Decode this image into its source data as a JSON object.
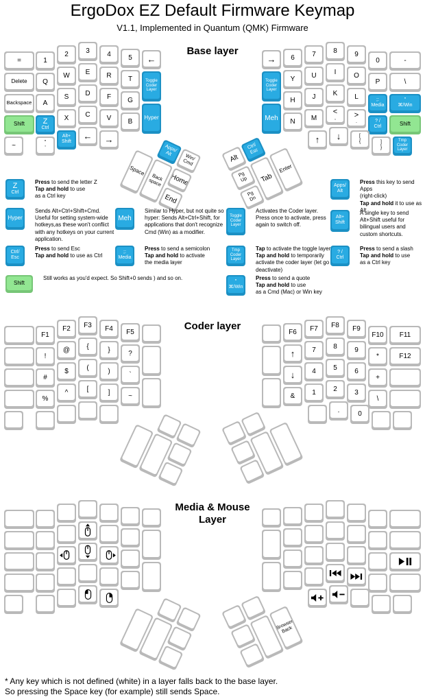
{
  "title": "ErgoDox EZ Default Firmware Keymap",
  "subtitle": "V1.1, Implemented in Quantum (QMK) Firmware",
  "sections": {
    "base": "Base layer",
    "coder": "Coder layer",
    "media": "Media & Mouse\nLayer"
  },
  "footnote": [
    "* Any key which is not defined (white) in a layer falls back to the base layer.",
    "So pressing the Space key (for example) still sends Space."
  ],
  "colors": {
    "key_cyan": "#29abe2",
    "key_green": "#92e692",
    "key_frame": "#b9b9b9"
  },
  "layers": {
    "base": {
      "left": {
        "r0": [
          "=",
          "1",
          "2",
          "3",
          "4",
          "5",
          {
            "icon": "arrow-left"
          }
        ],
        "r1": [
          "Delete",
          "Q",
          "W",
          "E",
          "R",
          "T",
          {
            "t": [
              "Toggle",
              "Coder",
              "Layer"
            ],
            "c": "cyan"
          }
        ],
        "r2": [
          "Backspace",
          "A",
          "S",
          "D",
          "F",
          "G"
        ],
        "r3": [
          {
            "t": "Shift",
            "c": "green"
          },
          {
            "t": [
              "Z",
              "Ctrl"
            ],
            "c": "cyan",
            "big": 1
          },
          "X",
          "C",
          "V",
          "B",
          {
            "t": "Hyper",
            "c": "cyan"
          }
        ],
        "bottom": [
          "~",
          {
            "t": [
              "\"",
              "'"
            ]
          },
          {
            "t": [
              "Alt+",
              "Shift"
            ],
            "c": "cyan"
          },
          {
            "icon": "arrow-left"
          },
          {
            "icon": "arrow-right"
          }
        ],
        "thumb": [
          {
            "t": [
              "Apps/",
              "Alt"
            ],
            "c": "cyan"
          },
          {
            "t": [
              "Win/",
              "Cmd"
            ]
          },
          "Space",
          {
            "t": [
              "Back",
              "space"
            ]
          },
          "Home",
          "End"
        ]
      },
      "right": {
        "r0": [
          {
            "icon": "arrow-right"
          },
          "6",
          "7",
          "8",
          "9",
          "0",
          "-"
        ],
        "r1": [
          {
            "t": [
              "Toggle",
              "Coder",
              "Layer"
            ],
            "c": "cyan"
          },
          "Y",
          "U",
          "I",
          "O",
          "P",
          "\\"
        ],
        "r2": [
          "H",
          "J",
          "K",
          "L",
          {
            "t": [
              ";:",
              "Media"
            ],
            "c": "cyan"
          },
          {
            "t": [
              "\"",
              "⌘/Win"
            ],
            "c": "cyan"
          }
        ],
        "r3": [
          {
            "t": "Meh",
            "c": "cyan"
          },
          "N",
          "M",
          {
            "t": [
              "<",
              ","
            ],
            "big": 1
          },
          {
            "t": [
              ">",
              "."
            ],
            "big": 1
          },
          {
            "t": [
              "? /",
              "Ctrl"
            ],
            "c": "cyan"
          },
          {
            "t": "Shift",
            "c": "green"
          }
        ],
        "bottom": [
          {
            "icon": "arrow-up"
          },
          {
            "icon": "arrow-down"
          },
          {
            "t": [
              "[",
              "{"
            ]
          },
          {
            "t": [
              "]",
              "}"
            ]
          },
          {
            "t": [
              "Tmp",
              "Coder",
              "Layer"
            ],
            "c": "cyan"
          }
        ],
        "thumb": [
          "Alt",
          {
            "t": [
              "Ctrl/",
              "Esc"
            ],
            "c": "cyan"
          },
          {
            "t": [
              "Pg",
              "Up"
            ]
          },
          {
            "t": [
              "Pg",
              "Dn"
            ]
          },
          "Tab",
          "Enter"
        ]
      }
    },
    "coder": {
      "left": {
        "r0": [
          null,
          "F1",
          "F2",
          "F3",
          "F4",
          "F5",
          null
        ],
        "r1": [
          null,
          "!",
          "@",
          "{",
          "}",
          "?",
          null
        ],
        "r2": [
          null,
          "#",
          "$",
          "(",
          ")",
          "`"
        ],
        "r3": [
          null,
          "%",
          "^",
          "[",
          "]",
          "~",
          null
        ],
        "bottom": [
          null,
          null,
          null,
          null,
          null
        ],
        "thumb": [
          null,
          null,
          null,
          null,
          null,
          null
        ]
      },
      "right": {
        "r0": [
          null,
          "F6",
          "F7",
          "F8",
          "F9",
          "F10",
          "F11"
        ],
        "r1": [
          null,
          {
            "icon": "arrow-up"
          },
          "7",
          "8",
          "9",
          "*",
          "F12"
        ],
        "r2": [
          {
            "icon": "arrow-down"
          },
          "4",
          "5",
          "6",
          "+",
          null
        ],
        "r3": [
          null,
          "&",
          "1",
          "2",
          "3",
          "\\",
          null
        ],
        "bottom": [
          null,
          ".",
          "0",
          null,
          null
        ],
        "thumb": [
          null,
          null,
          null,
          null,
          null,
          null
        ]
      }
    },
    "media": {
      "left": {
        "r0": [
          null,
          null,
          null,
          null,
          null,
          null,
          null
        ],
        "r1": [
          null,
          null,
          null,
          {
            "icon": "mouse-up"
          },
          null,
          null,
          null
        ],
        "r2": [
          null,
          null,
          {
            "icon": "mouse-left"
          },
          {
            "icon": "mouse-down"
          },
          {
            "icon": "mouse-right"
          },
          null
        ],
        "r3": [
          null,
          null,
          null,
          null,
          null,
          null,
          null
        ],
        "bottom": [
          null,
          null,
          null,
          {
            "icon": "mouse-button-left"
          },
          {
            "icon": "mouse-button-right"
          }
        ],
        "thumb": [
          null,
          null,
          null,
          null,
          null,
          null
        ]
      },
      "right": {
        "r0": [
          null,
          null,
          null,
          null,
          null,
          null,
          null
        ],
        "r1": [
          null,
          null,
          null,
          null,
          null,
          null,
          null
        ],
        "r2": [
          null,
          null,
          null,
          null,
          null,
          {
            "icon": "play-pause"
          }
        ],
        "r3": [
          null,
          null,
          null,
          {
            "icon": "prev-track"
          },
          {
            "icon": "next-track"
          },
          null,
          null
        ],
        "bottom": [
          {
            "icon": "volume-up"
          },
          {
            "icon": "volume-down"
          },
          null,
          null,
          null
        ],
        "thumb": [
          null,
          null,
          null,
          null,
          null,
          {
            "t": [
              "Browser",
              "Back"
            ]
          }
        ]
      }
    }
  },
  "legend": [
    {
      "key": {
        "t": [
          "Z",
          "Ctrl"
        ],
        "c": "cyan",
        "big": 1
      },
      "lines": [
        [
          [
            1,
            "Press"
          ],
          [
            0,
            " to send the letter Z"
          ]
        ],
        [
          [
            1,
            "Tap and hold"
          ],
          [
            0,
            " to use"
          ]
        ],
        [
          [
            0,
            "as a Ctrl key"
          ]
        ]
      ]
    },
    {
      "key": {
        "t": [
          "Apps/",
          "Alt"
        ],
        "c": "cyan"
      },
      "lines": [
        [
          [
            1,
            "Press"
          ],
          [
            0,
            " this key to send Apps"
          ]
        ],
        [
          [
            0,
            "(right-click)"
          ]
        ],
        [
          [
            1,
            "Tap and hold"
          ],
          [
            0,
            " it to use as Alt"
          ]
        ]
      ]
    },
    {
      "key": {
        "t": "Hyper",
        "c": "cyan",
        "h": 32
      },
      "lines": [
        [
          [
            0,
            "Sends Alt+Ctrl+Shift+Cmd. Useful for setting system-wide hotkeys,as these won't conflict with any hotkeys on your current application."
          ]
        ]
      ]
    },
    {
      "key": {
        "t": "Meh",
        "c": "cyan",
        "h": 32
      },
      "lines": [
        [
          [
            0,
            "Similar to Hyper, but not quite so hyper: Sends Alt+Ctrl+Shift, for applications that don't recognize Cmd (Win) as a modifier."
          ]
        ]
      ]
    },
    {
      "key": {
        "t": [
          "Toggle",
          "Coder",
          "Layer"
        ],
        "c": "cyan",
        "h": 40
      },
      "lines": [
        [
          [
            0,
            "Activates the Coder layer. Press once to activate, press again to switch off."
          ]
        ]
      ]
    },
    {
      "key": {
        "t": [
          "Alt+",
          "Shift"
        ],
        "c": "cyan",
        "h": 32
      },
      "lines": [
        [
          [
            0,
            "A single key to send Alt+Shift useful for bilingual users and custom shortcuts."
          ]
        ]
      ]
    },
    {
      "key": {
        "t": [
          "Ctrl/",
          "Esc"
        ],
        "c": "cyan"
      },
      "lines": [
        [
          [
            1,
            "Press"
          ],
          [
            0,
            " to send Esc"
          ]
        ],
        [
          [
            1,
            "Tap and hold"
          ],
          [
            0,
            " to use as Ctrl"
          ]
        ]
      ]
    },
    {
      "key": {
        "t": [
          ";:",
          "Media"
        ],
        "c": "cyan"
      },
      "lines": [
        [
          [
            1,
            "Press"
          ],
          [
            0,
            " to send a semicolon"
          ]
        ],
        [
          [
            1,
            "Tap and hold"
          ],
          [
            0,
            " to activate"
          ]
        ],
        [
          [
            0,
            "the media layer"
          ]
        ]
      ]
    },
    {
      "key": {
        "t": [
          "Tmp",
          "Coder",
          "Layer"
        ],
        "c": "cyan"
      },
      "lines": [
        [
          [
            1,
            "Tap"
          ],
          [
            0,
            " to activate the toggle layer."
          ]
        ],
        [
          [
            1,
            "Tap and hold"
          ],
          [
            0,
            " to temporarily activate the coder layer (let go to deactivate)"
          ]
        ]
      ]
    },
    {
      "key": {
        "t": [
          "? /",
          "Ctrl"
        ],
        "c": "cyan"
      },
      "lines": [
        [
          [
            1,
            "Press"
          ],
          [
            0,
            " to send a slash"
          ]
        ],
        [
          [
            1,
            "Tap and hold"
          ],
          [
            0,
            " to use"
          ]
        ],
        [
          [
            0,
            "as a Ctrl key"
          ]
        ]
      ]
    },
    {
      "key": {
        "t": "Shift",
        "c": "green",
        "w": 40,
        "h": 26
      },
      "lines": [
        [
          [
            0,
            "Still works as you'd expect. So Shift+0 sends ) and so on."
          ]
        ]
      ]
    },
    {
      "key": {
        "t": [
          "\"",
          "⌘/Win"
        ],
        "c": "cyan"
      },
      "lines": [
        [
          [
            1,
            "Press"
          ],
          [
            0,
            " to send a quote"
          ]
        ],
        [
          [
            1,
            "Tap and hold"
          ],
          [
            0,
            " to use"
          ]
        ],
        [
          [
            0,
            "as a Cmd (Mac) or Win key"
          ]
        ]
      ]
    }
  ]
}
